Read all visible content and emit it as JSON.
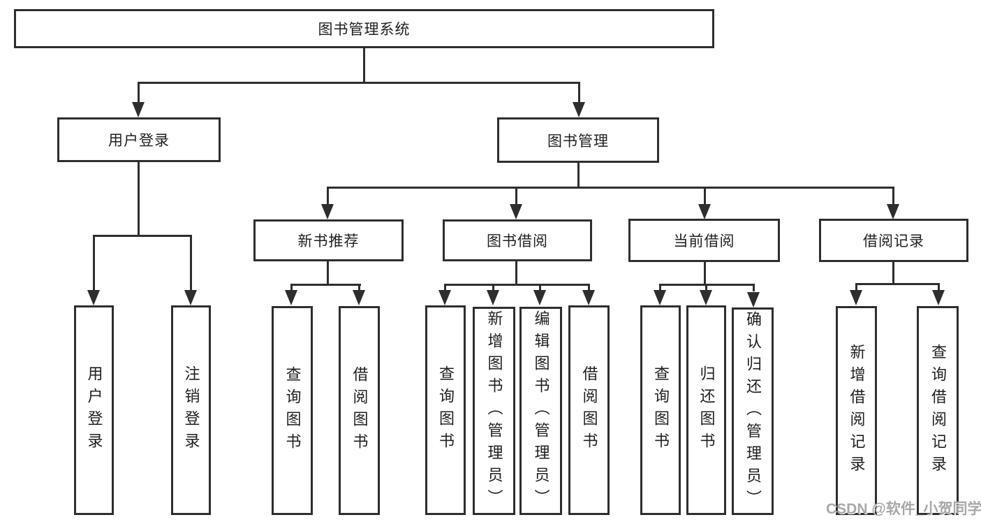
{
  "diagram": {
    "root": {
      "label": "图书管理系统"
    },
    "branches": [
      {
        "label": "用户登录",
        "children": [
          {
            "label": "用户登录"
          },
          {
            "label": "注销登录"
          }
        ]
      },
      {
        "label": "图书管理",
        "children": [
          {
            "label": "新书推荐",
            "children": [
              {
                "label": "查询图书"
              },
              {
                "label": "借阅图书"
              }
            ]
          },
          {
            "label": "图书借阅",
            "children": [
              {
                "label": "查询图书"
              },
              {
                "label": "新增图书（管理员）"
              },
              {
                "label": "编辑图书（管理员）"
              },
              {
                "label": "借阅图书"
              }
            ]
          },
          {
            "label": "当前借阅",
            "children": [
              {
                "label": "查询图书"
              },
              {
                "label": "归还图书"
              },
              {
                "label": "确认归还（管理员）"
              }
            ]
          },
          {
            "label": "借阅记录",
            "children": [
              {
                "label": "新增借阅记录"
              },
              {
                "label": "查询借阅记录"
              }
            ]
          }
        ]
      }
    ],
    "watermark": "CSDN @软件_小贺同学",
    "colors": {
      "line": "#2e2e2e",
      "text": "#1f1f1f",
      "watermark": "#a8a8a8",
      "background": "#ffffff"
    }
  }
}
